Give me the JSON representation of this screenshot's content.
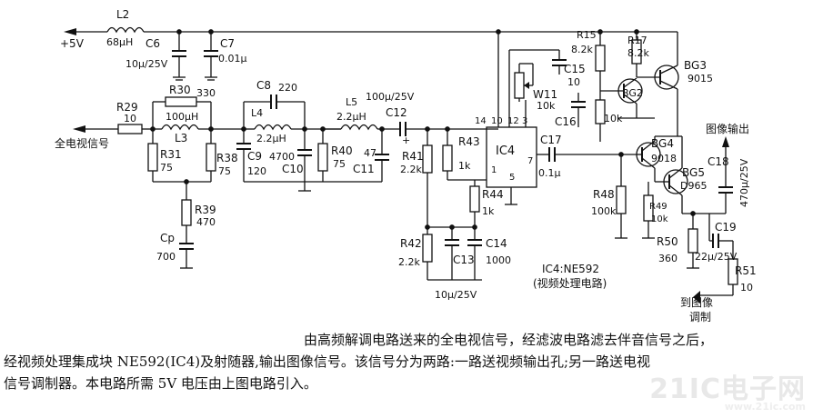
{
  "inputs": {
    "supply": "+5V",
    "video_in": "全电视信号"
  },
  "outputs": {
    "image_out": "图像输出",
    "to_modulator_1": "到图像",
    "to_modulator_2": "调制"
  },
  "ic": {
    "name": "IC4",
    "pins": [
      "14",
      "10",
      "12",
      "3",
      "1",
      "5",
      "7"
    ],
    "note_1": "IC4:NE592",
    "note_2": "(视频处理电路)"
  },
  "components": {
    "L2": {
      "ref": "L2",
      "val": "68μH"
    },
    "C6": {
      "ref": "C6",
      "val": "10μ/25V"
    },
    "C7": {
      "ref": "C7",
      "val": "0.01μ"
    },
    "R29": {
      "ref": "R29",
      "val": "10"
    },
    "R30": {
      "ref": "R30",
      "val": "330"
    },
    "L3": {
      "ref": "L3",
      "val": "100μH"
    },
    "R31": {
      "ref": "R31",
      "val": "75"
    },
    "R38": {
      "ref": "R38",
      "val": "75"
    },
    "R39": {
      "ref": "R39",
      "val": "470"
    },
    "Cp": {
      "ref": "Cp",
      "val": "700"
    },
    "C8": {
      "ref": "C8",
      "val": "220"
    },
    "L4": {
      "ref": "L4",
      "val": "2.2μH"
    },
    "C9": {
      "ref": "C9",
      "val": "120"
    },
    "C10": {
      "ref": "C10",
      "val": "4700"
    },
    "L5": {
      "ref": "L5",
      "val": "2.2μH"
    },
    "R40": {
      "ref": "R40",
      "val": "75"
    },
    "C11": {
      "ref": "C11",
      "val": "47"
    },
    "C12": {
      "ref": "C12",
      "val": "100μ/25V"
    },
    "R41": {
      "ref": "R41",
      "val": "2.2k"
    },
    "R42": {
      "ref": "R42",
      "val": "2.2k"
    },
    "R43": {
      "ref": "R43",
      "val": "1k"
    },
    "R44": {
      "ref": "R44",
      "val": "1k"
    },
    "C13": {
      "ref": "C13",
      "val": "10μ/25V"
    },
    "C14": {
      "ref": "C14",
      "val": "1000"
    },
    "W11": {
      "ref": "W11",
      "val": "10k"
    },
    "C15": {
      "ref": "C15",
      "val": "10"
    },
    "C16": {
      "ref": "C16",
      "val": ""
    },
    "R15": {
      "ref": "R15",
      "val": "8.2k"
    },
    "R17": {
      "ref": "R17",
      "val": "8.2k"
    },
    "R16": {
      "ref": "",
      "val": "10k"
    },
    "BG2": {
      "ref": "BG2",
      "val": ""
    },
    "BG3": {
      "ref": "BG3",
      "val": "9015"
    },
    "C17": {
      "ref": "C17",
      "val": "0.1μ"
    },
    "BG4": {
      "ref": "BG4",
      "val": "9018"
    },
    "BG5": {
      "ref": "BG5",
      "val": "D965"
    },
    "R48": {
      "ref": "R48",
      "val": "100k"
    },
    "R49": {
      "ref": "R49",
      "val": "10k"
    },
    "R50": {
      "ref": "R50",
      "val": "360"
    },
    "C18": {
      "ref": "C18",
      "val": "470μ/25V"
    },
    "C19": {
      "ref": "C19",
      "val": "22μ/25V"
    },
    "R51": {
      "ref": "R51",
      "val": "10"
    }
  },
  "caption": {
    "line1": "由高频解调电路送来的全电视信号，经滤波电路滤去伴音信号之后，",
    "line2": "经视频处理集成块 NE592(IC4)及射随器,输出图像信号。该信号分为两路:一路送视频输出孔;另一路送电视",
    "line3": "信号调制器。本电路所需 5V 电压由上图电路引入。"
  },
  "watermark": {
    "main": "21IC电子网",
    "sub": "www.21ic.com"
  }
}
